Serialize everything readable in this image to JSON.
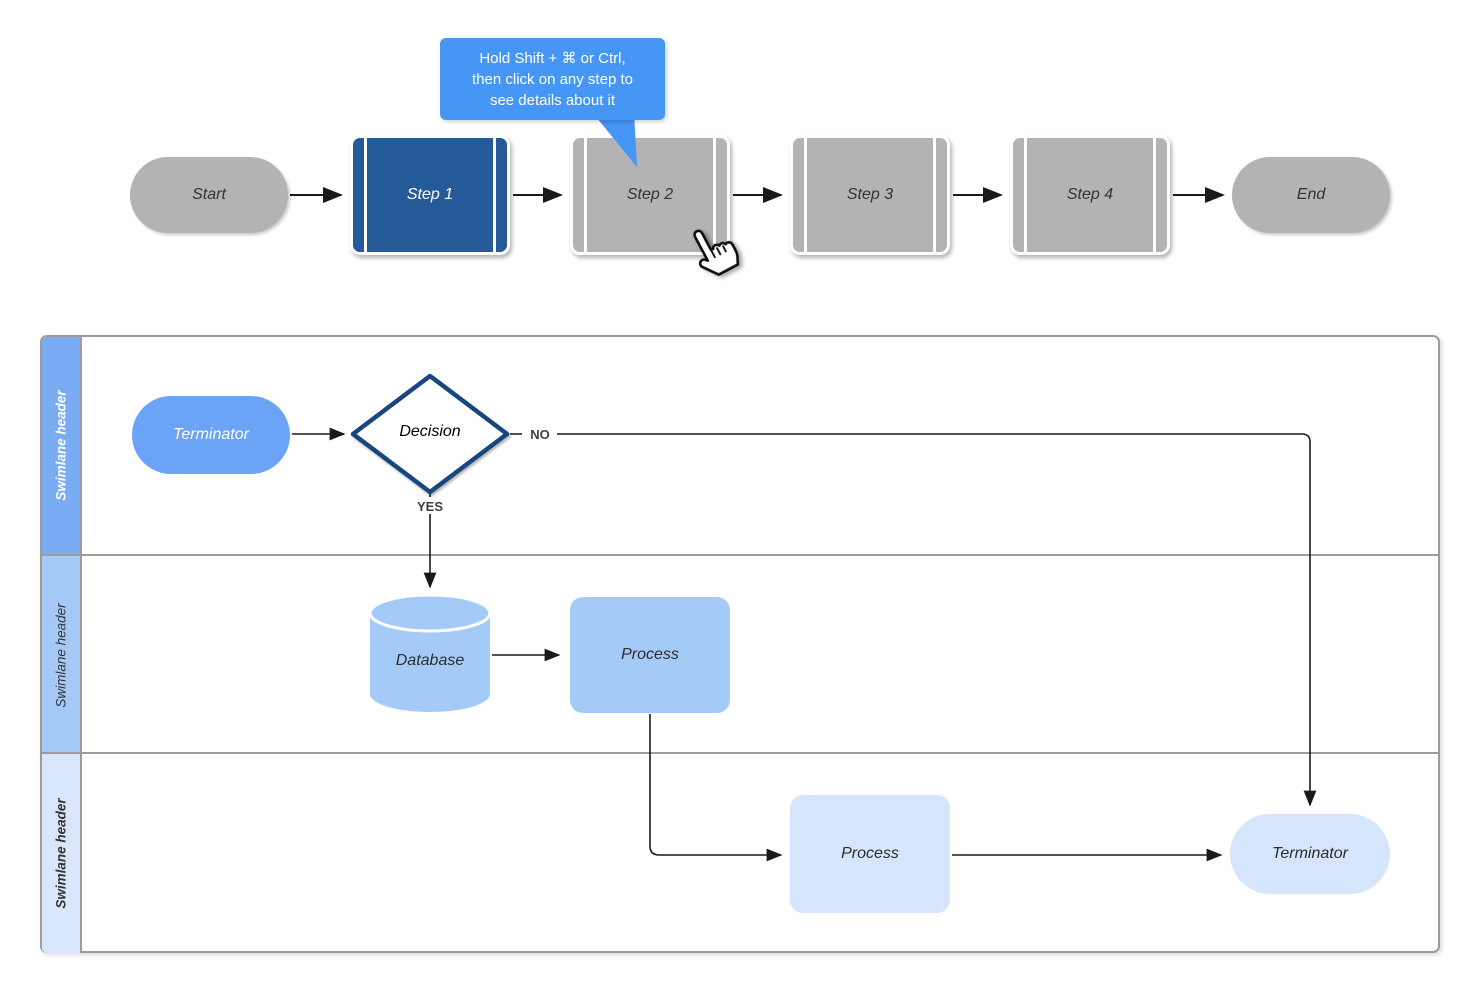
{
  "tooltip": {
    "lines": [
      "Hold Shift + ⌘ or Ctrl,",
      "then click on any step to",
      "see details about it"
    ],
    "bg_color": "#4696f6",
    "text_color": "#ffffff"
  },
  "top_flow": {
    "nodes": [
      {
        "label": "Start",
        "shape": "terminator",
        "fill": "#b3b3b3",
        "state": "normal"
      },
      {
        "label": "Step 1",
        "shape": "predefined-process",
        "fill": "#235a97",
        "state": "selected"
      },
      {
        "label": "Step 2",
        "shape": "predefined-process",
        "fill": "#b3b3b3",
        "state": "hovered"
      },
      {
        "label": "Step 3",
        "shape": "predefined-process",
        "fill": "#b3b3b3",
        "state": "normal"
      },
      {
        "label": "Step 4",
        "shape": "predefined-process",
        "fill": "#b3b3b3",
        "state": "normal"
      },
      {
        "label": "End",
        "shape": "terminator",
        "fill": "#b3b3b3",
        "state": "normal"
      }
    ]
  },
  "swimlane_diagram": {
    "lanes": [
      {
        "header_label": "Swimlane header",
        "header_fill": "#7aacf4",
        "header_text_color": "#ffffff"
      },
      {
        "header_label": "Swimlane header",
        "header_fill": "#a5c9f6",
        "header_text_color": "#333333"
      },
      {
        "header_label": "Swimlane header",
        "header_fill": "#d8e7fb",
        "header_text_color": "#333333"
      }
    ],
    "shapes": [
      {
        "label": "Terminator",
        "lane": 1,
        "shape": "terminator",
        "fill": "#6ba4f6"
      },
      {
        "label": "Decision",
        "lane": 1,
        "shape": "decision",
        "fill": "#ffffff",
        "stroke": "#16477f"
      },
      {
        "label": "Database",
        "lane": 2,
        "shape": "cylinder",
        "fill": "#a4cbf8"
      },
      {
        "label": "Process",
        "lane": 2,
        "shape": "process",
        "fill": "#a4cbf8"
      },
      {
        "label": "Process",
        "lane": 3,
        "shape": "process",
        "fill": "#d5e5fb"
      },
      {
        "label": "Terminator",
        "lane": 3,
        "shape": "terminator",
        "fill": "#d5e5fb"
      }
    ],
    "edge_labels": [
      {
        "text": "NO"
      },
      {
        "text": "YES"
      }
    ]
  },
  "cursor": {
    "type": "hand-pointer"
  },
  "palette": {
    "gray_shape": "#b3b3b3",
    "selected_blue": "#235a97",
    "tooltip_blue": "#4696f6",
    "lane1_blue": "#7aacf4",
    "lane2_blue": "#a5c9f6",
    "lane3_blue": "#d8e7fb",
    "decision_stroke": "#16477f",
    "pool_border": "#9c9c9c",
    "connector": "#1a1a1a"
  }
}
